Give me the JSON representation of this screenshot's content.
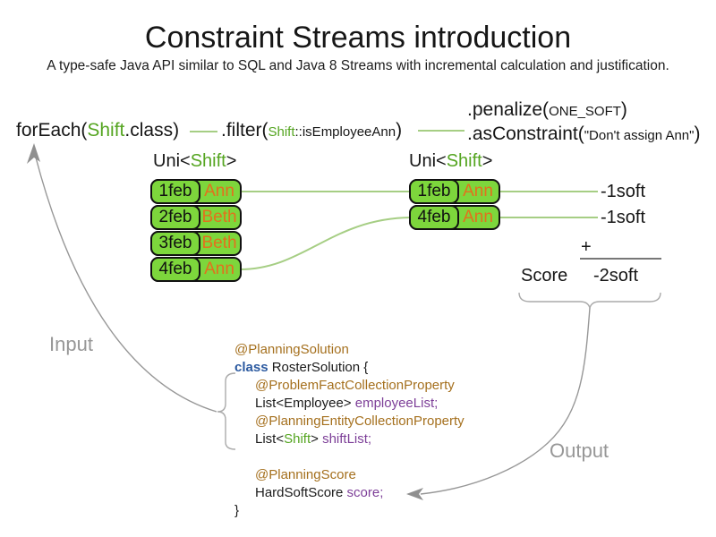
{
  "header": {
    "title": "Constraint Streams introduction",
    "subtitle": "A type-safe Java API similar to SQL and Java 8 Streams with incremental calculation and justification."
  },
  "expression": {
    "foreach_fn": "forEach(",
    "foreach_class": "Shift",
    "foreach_close": ".class)",
    "filter_fn": ".filter(",
    "filter_class": "Shift",
    "filter_method": "::isEmployeeAnn",
    "filter_close": ")",
    "penalize_fn": ".penalize(",
    "penalize_arg": "ONE_SOFT",
    "penalize_close": ")",
    "asconstraint_fn": ".asConstraint(",
    "asconstraint_arg": "\"Don't assign Ann\"",
    "asconstraint_close": ")"
  },
  "input_stream": {
    "type_prefix": "Uni<",
    "type_param": "Shift",
    "type_suffix": ">",
    "rows": [
      {
        "date": "1feb",
        "employee": "Ann"
      },
      {
        "date": "2feb",
        "employee": "Beth"
      },
      {
        "date": "3feb",
        "employee": "Beth"
      },
      {
        "date": "4feb",
        "employee": "Ann"
      }
    ]
  },
  "filtered_stream": {
    "type_prefix": "Uni<",
    "type_param": "Shift",
    "type_suffix": ">",
    "rows": [
      {
        "date": "1feb",
        "employee": "Ann"
      },
      {
        "date": "4feb",
        "employee": "Ann"
      }
    ]
  },
  "score_panel": {
    "penalties": [
      "-1soft",
      "-1soft"
    ],
    "plus_sign": "+",
    "score_label": "Score",
    "total": "-2soft"
  },
  "flow_labels": {
    "input": "Input",
    "output": "Output"
  },
  "code": {
    "annotation_solution": "@PlanningSolution",
    "keyword_class": "class",
    "class_decl": " RosterSolution {",
    "annotation_problem_fact": "@ProblemFactCollectionProperty",
    "employee_list_type": "List<Employee> ",
    "employee_list_field": "employeeList;",
    "annotation_planning_entity": "@PlanningEntityCollectionProperty",
    "shift_list_pre": "List<",
    "shift_list_class": "Shift",
    "shift_list_post": "> ",
    "shift_list_field": "shiftList;",
    "annotation_score": "@PlanningScore",
    "score_type": "HardSoftScore ",
    "score_field": "score;",
    "closing_brace": "}"
  },
  "colors": {
    "green_text": "#55a521",
    "green_fill": "#7dd63c",
    "green_line": "#a6ce84",
    "orange_employee": "#e2711d",
    "annotation_brown": "#a5701e",
    "keyword_blue": "#2c5aa0",
    "field_purple": "#7d3f98",
    "flow_gray": "#979797",
    "sum_line_gray": "#777777",
    "brace_gray": "#aaaaaa"
  }
}
